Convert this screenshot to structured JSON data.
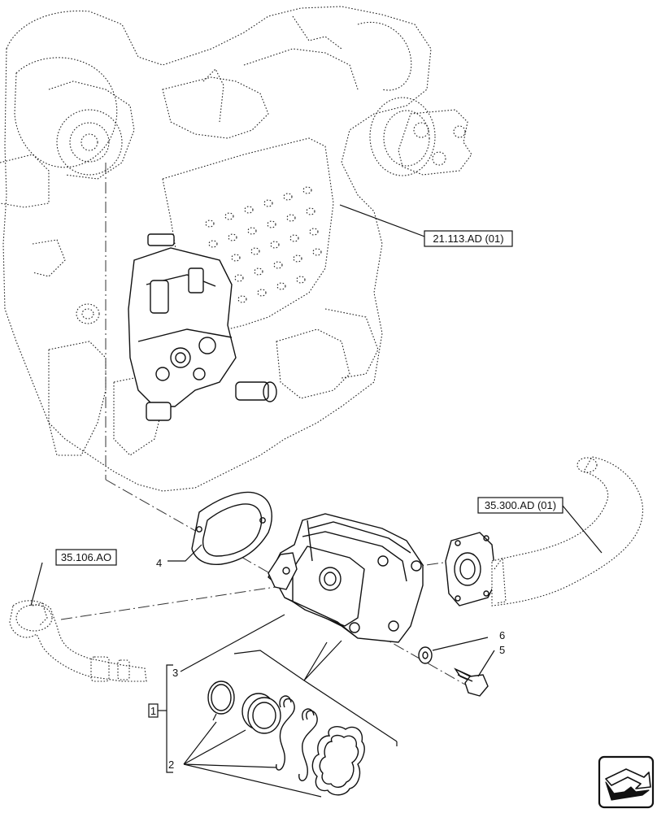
{
  "references": {
    "transmission": "21.113.AD (01)",
    "hose": "35.300.AD (01)",
    "pipe": "35.106.AO"
  },
  "callouts": {
    "gasket": "4",
    "pump": "3",
    "kit": "1",
    "kit_parts": "2",
    "washer": "6",
    "bolt": "5"
  },
  "nav_icon": "next-page-arrow-icon"
}
